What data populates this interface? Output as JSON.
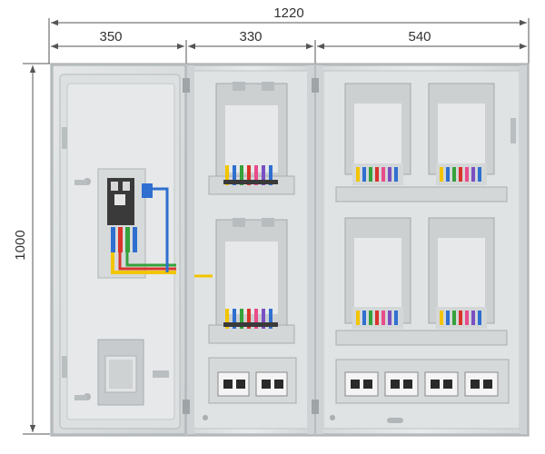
{
  "dimensions": {
    "total_width": "1220",
    "left_width": "350",
    "middle_width": "330",
    "right_width": "540",
    "height": "1000"
  },
  "colors": {
    "cabinet_body": "#dfe2e3",
    "cabinet_frame": "#c9cdcf",
    "meter_bracket": "#cfd2d3",
    "busbar_yellow": "#f2c500",
    "wire_blue": "#2f6fd0",
    "wire_red": "#d9342b",
    "wire_green": "#36a23c",
    "terminal_pink": "#e94c8a",
    "terminal_purple": "#7a4fc2",
    "breaker_black": "#2a2a2a",
    "dimension_line": "#555555"
  }
}
